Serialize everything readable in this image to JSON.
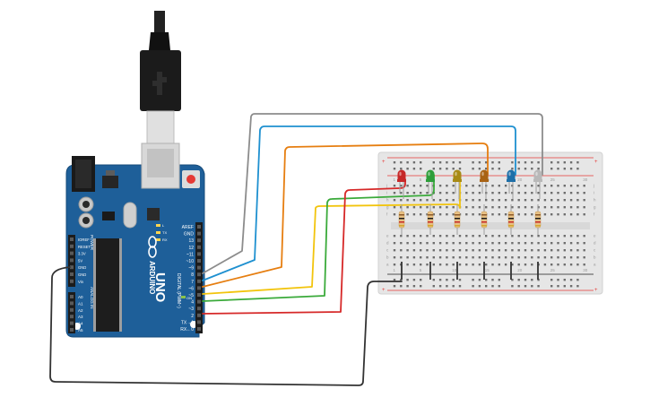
{
  "board": {
    "brand": "ARDUINO",
    "model": "UNO",
    "digital_header_title": "DIGITAL (PWM~)",
    "power_header_title": "POWER",
    "analog_header_title": "ANALOG IN",
    "digital_pins": [
      "AREF",
      "GND",
      "13",
      "12",
      "~11",
      "~10",
      "~9",
      "8",
      "7",
      "~6",
      "~5",
      "4",
      "~3",
      "2",
      "TX→1",
      "RX←0"
    ],
    "power_pins": [
      "IOREF",
      "RESET",
      "3.3V",
      "5V",
      "GND",
      "GND",
      "Vin"
    ],
    "analog_pins": [
      "A0",
      "A1",
      "A2",
      "A3",
      "A4",
      "A5"
    ],
    "led_labels": [
      "L",
      "TX",
      "RX",
      "ON"
    ]
  },
  "breadboard": {
    "row_letters_top": [
      "j",
      "i",
      "h",
      "g",
      "f"
    ],
    "row_letters_bottom": [
      "e",
      "d",
      "c",
      "b",
      "a"
    ],
    "column_numbers": [
      "1",
      "5",
      "10",
      "15",
      "20",
      "25",
      "30"
    ]
  },
  "leds": [
    {
      "color": "red",
      "hex": "#c62828"
    },
    {
      "color": "green",
      "hex": "#2e9e3a"
    },
    {
      "color": "yellow",
      "hex": "#a78a16"
    },
    {
      "color": "orange",
      "hex": "#a86214"
    },
    {
      "color": "blue",
      "hex": "#1e6fa8"
    },
    {
      "color": "white",
      "hex": "#b8b8b8"
    }
  ],
  "wire_colors": {
    "gray": "#8c8c8c",
    "blue": "#1e90d0",
    "orange": "#e67e10",
    "yellow": "#f2c40c",
    "green": "#3aaa3a",
    "red": "#d62828",
    "black": "#333333"
  },
  "board_color": "#1e5f99"
}
